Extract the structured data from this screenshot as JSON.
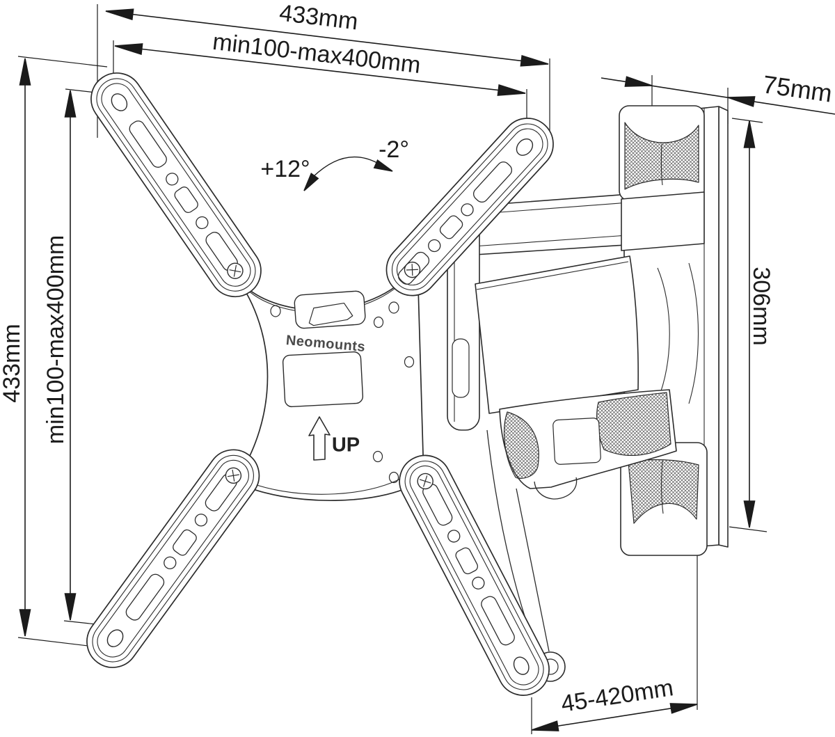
{
  "brand": "Neomounts",
  "orientation": {
    "label": "UP"
  },
  "tilt": {
    "up": "+12°",
    "down": "-2°"
  },
  "dimensions": {
    "overall_width": "433mm",
    "vesa_width": "min100-max400mm",
    "overall_height": "433mm",
    "vesa_height": "min100-max400mm",
    "wall_plate_depth": "75mm",
    "wall_plate_height": "306mm",
    "extension_range": "45-420mm"
  },
  "colors": {
    "line": "#2b2b2b",
    "dimension": "#1b1b1b",
    "background": "#ffffff"
  }
}
